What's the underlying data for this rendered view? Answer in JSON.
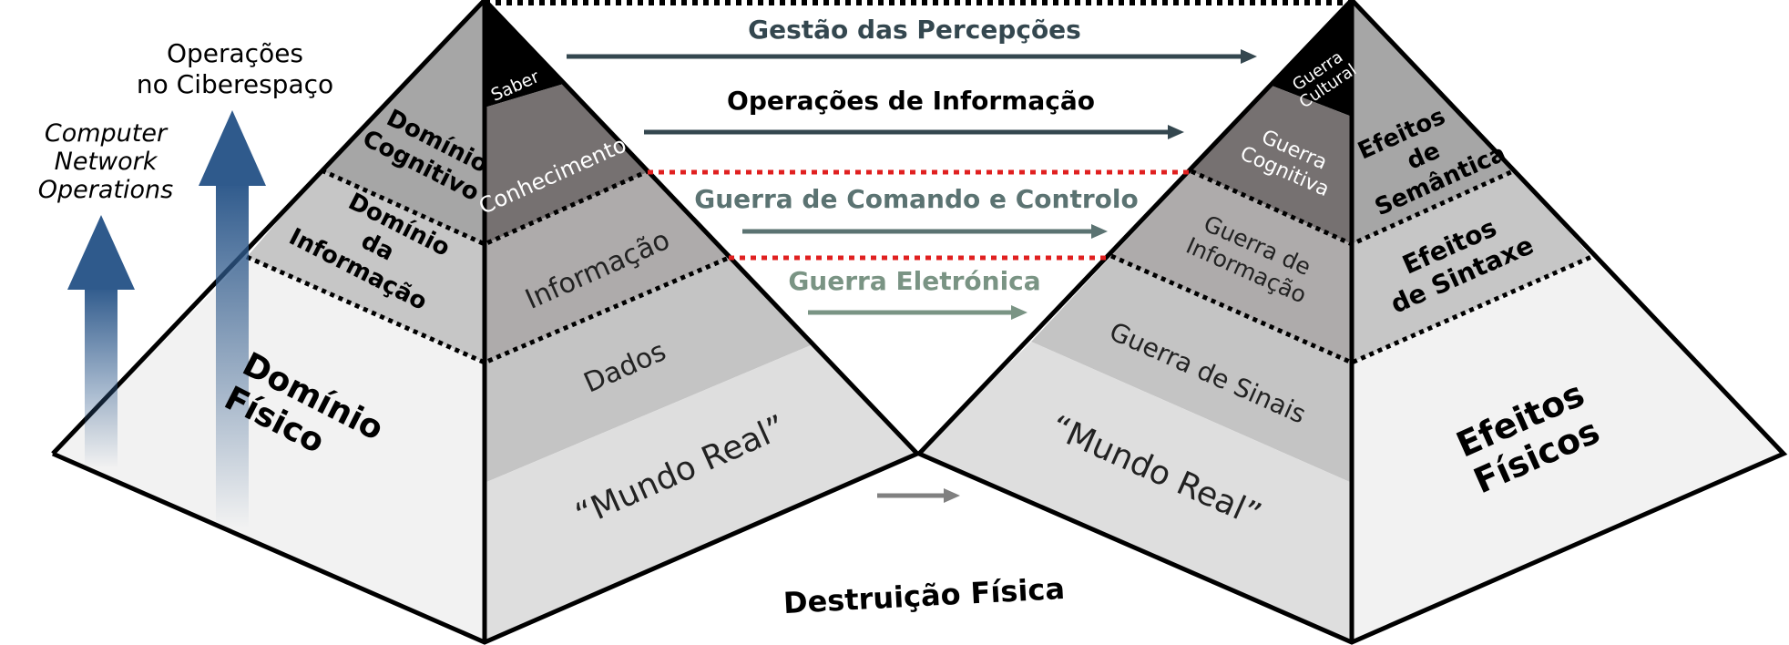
{
  "left_pyramid": {
    "ops_cyberspace_line1": "Operações",
    "ops_cyberspace_line2": "no Ciberespaço",
    "cno_line1": "Computer",
    "cno_line2": "Network",
    "cno_line3": "Operations",
    "domains": {
      "cognitive_line1": "Domínio",
      "cognitive_line2": "Cognitivo",
      "information_line1": "Domínio",
      "information_line2": "da",
      "information_line3": "Informação",
      "physical_line1": "Domínio",
      "physical_line2": "Físico"
    },
    "layers": {
      "saber": "Saber",
      "conhecimento": "Conhecimento",
      "informacao": "Informação",
      "dados": "Dados",
      "mundo_real": "“Mundo Real”"
    }
  },
  "center": {
    "gestao": "Gestão das Percepções",
    "operacoes_informacao": "Operações de Informação",
    "comando_controlo": "Guerra de Comando e Controlo",
    "guerra_eletronica": "Guerra Eletrónica",
    "destruicao": "Destruição Física"
  },
  "right_pyramid": {
    "layers": {
      "guerra_cultural_line1": "Guerra",
      "guerra_cultural_line2": "Cultural",
      "guerra_cognitiva_line1": "Guerra",
      "guerra_cognitiva_line2": "Cognitiva",
      "guerra_informacao_line1": "Guerra de",
      "guerra_informacao_line2": "Informação",
      "guerra_sinais": "Guerra de Sinais",
      "mundo_real": "“Mundo Real”"
    },
    "effects": {
      "semantica_line1": "Efeitos",
      "semantica_line2": "de",
      "semantica_line3": "Semântica",
      "sintaxe_line1": "Efeitos",
      "sintaxe_line2": "de Sintaxe",
      "fisicos_line1": "Efeitos",
      "fisicos_line2": "Físicos"
    }
  },
  "colors": {
    "arrow_dark": "#34474f",
    "arrow_mid": "#5b7372",
    "arrow_light": "#7a9484",
    "red_dotted": "#e02020",
    "blue_arrow": "#2f5a8c"
  }
}
